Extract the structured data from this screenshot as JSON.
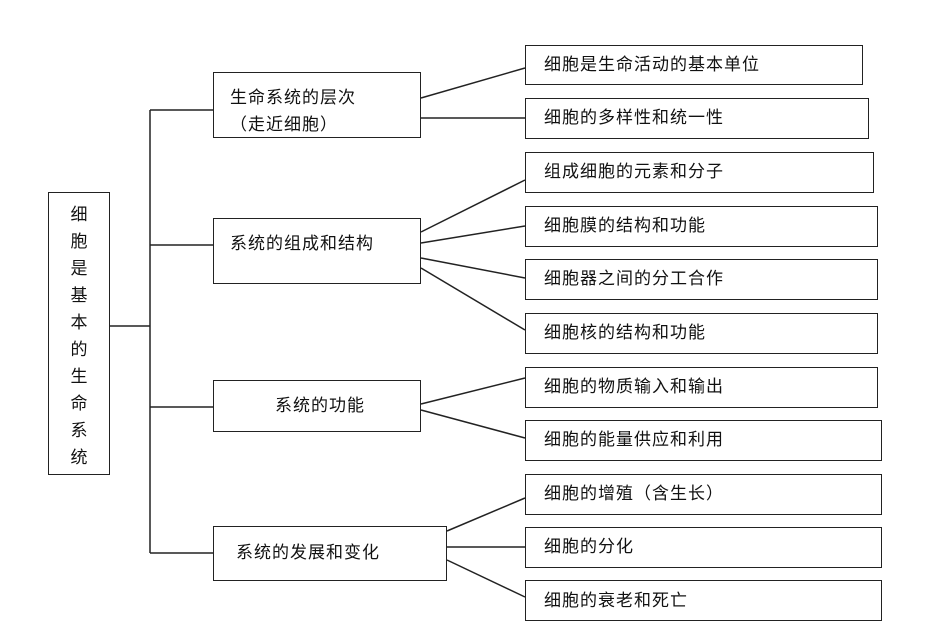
{
  "diagram": {
    "root": {
      "label": "细\n胞\n是\n基\n本\n的\n生\n命\n系\n统"
    },
    "categories": [
      {
        "label": "生命系统的层次\n（走近细胞）",
        "items": [
          "细胞是生命活动的基本单位",
          "细胞的多样性和统一性"
        ]
      },
      {
        "label": "系统的组成和结构",
        "items": [
          "组成细胞的元素和分子",
          "细胞膜的结构和功能",
          "细胞器之间的分工合作",
          "细胞核的结构和功能"
        ]
      },
      {
        "label": "系统的功能",
        "items": [
          "细胞的物质输入和输出",
          "细胞的能量供应和利用"
        ]
      },
      {
        "label": "系统的发展和变化",
        "items": [
          "细胞的增殖（含生长）",
          "细胞的分化",
          "细胞的衰老和死亡"
        ]
      }
    ]
  }
}
